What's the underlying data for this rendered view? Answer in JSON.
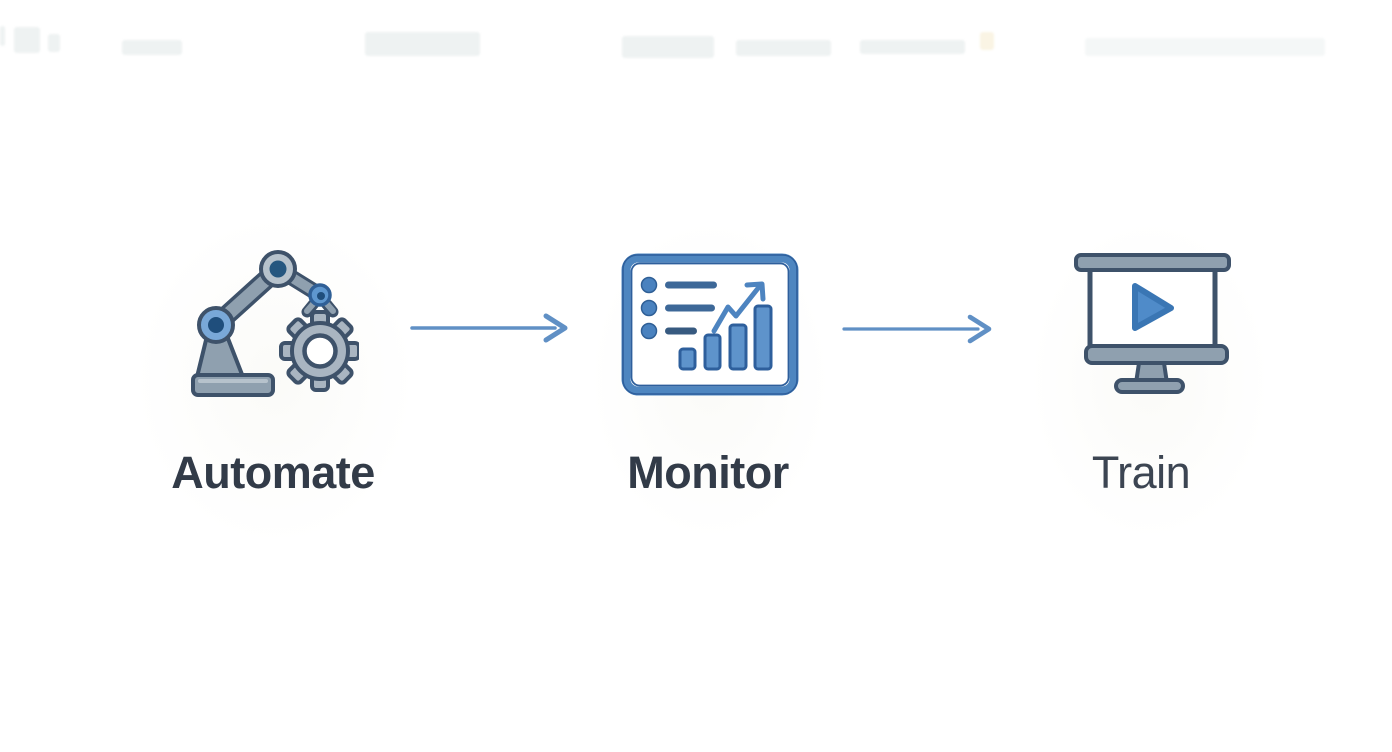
{
  "diagram": {
    "type": "flow",
    "steps": [
      {
        "label": "Automate",
        "icon": "robot-arm-gear-icon"
      },
      {
        "label": "Monitor",
        "icon": "dashboard-chart-icon"
      },
      {
        "label": "Train",
        "icon": "presentation-play-icon"
      }
    ],
    "connectors": [
      {
        "type": "arrow-right"
      },
      {
        "type": "arrow-right"
      }
    ],
    "colors": {
      "background": "#ffffff",
      "accent_blue": "#4e86c0",
      "dark_blue": "#2e5f9c",
      "light_blue": "#79a8d8",
      "steel_gray": "#8fa0af",
      "outline": "#3e526a",
      "label_dark": "#323b48",
      "arrow": "#6090c5"
    }
  }
}
